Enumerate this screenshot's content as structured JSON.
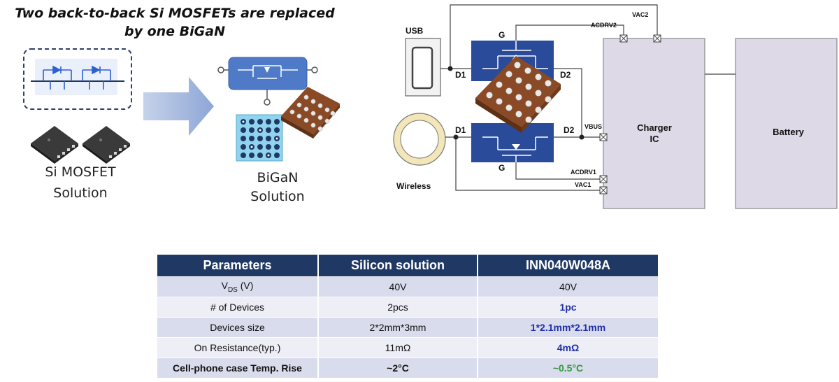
{
  "headline": "Two back-to-back Si MOSFETs are replaced by one BiGaN",
  "left": {
    "si_caption_line1": "Si MOSFET",
    "si_caption_line2": "Solution",
    "bigan_caption_line1": "BiGaN",
    "bigan_caption_line2": "Solution"
  },
  "circuit": {
    "usb_label": "USB",
    "wireless_label": "Wireless",
    "gate_top": "G",
    "gate_bottom": "G",
    "d1_top": "D1",
    "d2_top": "D2",
    "d1_bottom": "D1",
    "d2_bottom": "D2",
    "vbus": "VBUS",
    "acdrv2": "ACDRV2",
    "vac2": "VAC2",
    "acdrv1": "ACDRV1",
    "vac1": "VAC1",
    "charger_line1": "Charger",
    "charger_line2": "IC",
    "battery": "Battery"
  },
  "table": {
    "headers": [
      "Parameters",
      "Silicon solution",
      "INN040W048A"
    ],
    "rows": [
      {
        "param_main": "V",
        "param_sub": "DS",
        "param_tail": " (V)",
        "silicon": "40V",
        "bigan": "40V"
      },
      {
        "param": "# of Devices",
        "silicon": "2pcs",
        "bigan": "1pc"
      },
      {
        "param": "Devices size",
        "silicon": "2*2mm*3mm",
        "bigan": "1*2.1mm*2.1mm"
      },
      {
        "param": "On Resistance(typ.)",
        "silicon": "11mΩ",
        "bigan": "4mΩ"
      },
      {
        "param": "Cell-phone case Temp. Rise",
        "silicon": "~2°C",
        "bigan": "~0.5°C"
      }
    ]
  },
  "colors": {
    "table_header": "#1f3864",
    "highlight_blue": "#1f2fa8",
    "highlight_green": "#2e9a3a",
    "mosfet_blue": "#2a4a9a",
    "charger_fill": "#ded9e6"
  }
}
